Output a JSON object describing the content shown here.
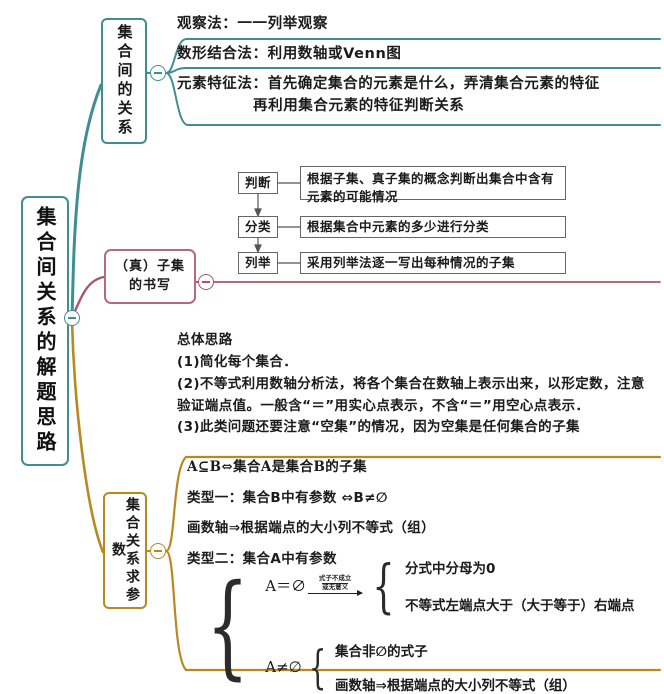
{
  "colors": {
    "teal": "#3f8f92",
    "pink": "#b4697e",
    "gold": "#b9881f",
    "box_gray": "#666666",
    "text": "#1b1b1b"
  },
  "root": {
    "label": "集合间关系的解题思路"
  },
  "branches": {
    "relations": {
      "label": "集合间的关系",
      "toggle_icon": "minus-icon",
      "items": [
        {
          "text": "观察法：一一列举观察"
        },
        {
          "text": "数形结合法：利用数轴或Venn图"
        },
        {
          "text": "元素特征法：首先确定集合的元素是什么，弄清集合元素的特征",
          "text_line2": "再利用集合元素的特征判断关系"
        }
      ]
    },
    "subset": {
      "label": "（真）子集的书写",
      "toggle_icon": "minus-icon",
      "flow": [
        {
          "step": "判断",
          "detail": "根据子集、真子集的概念判断出集合中含有元素的可能情况"
        },
        {
          "step": "分类",
          "detail": "根据集合中元素的多少进行分类"
        },
        {
          "step": "列举",
          "detail": "采用列举法逐一写出每种情况的子集"
        }
      ],
      "overall": {
        "title": "总体思路",
        "lines": [
          "(1)简化每个集合．",
          "(2)不等式利用数轴分析法，将各个集合在数轴上表示出来，以形定数，注意验证端点值。一般含“＝”用实心点表示，不含“＝”用空心点表示．",
          "(3)此类问题还要注意“空集”的情况，因为空集是任何集合的子集"
        ]
      }
    },
    "param": {
      "label": "集合关系求参数",
      "toggle_icon": "minus-icon",
      "lines": [
        "A⊆B⇔集合A是集合B的子集",
        "类型一：集合B中有参数 ⇔B≠∅",
        "画数轴⇒根据端点的大小列不等式（组）",
        "类型二：集合A中有参数"
      ],
      "system": {
        "case1": {
          "lhs": "A＝∅",
          "arrow_annotation_top": "式子不成立",
          "arrow_annotation_bottom": "或无意义",
          "arrow_icon": "right-arrow-icon",
          "results": [
            "分式中分母为0",
            "不等式左端点大于（大于等于）右端点"
          ]
        },
        "case2": {
          "lhs": "A≠∅",
          "results": [
            "集合非∅的式子",
            "画数轴⇒根据端点的大小列不等式（组）"
          ]
        }
      }
    }
  }
}
